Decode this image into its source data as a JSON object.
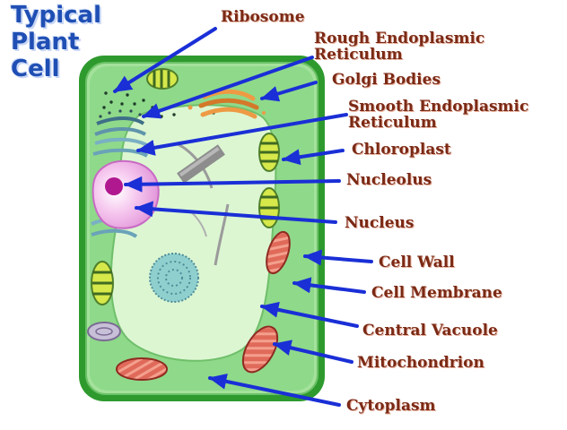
{
  "title": {
    "line1": "Typical",
    "line2": "Plant",
    "line3": "Cell"
  },
  "labels": {
    "ribosome": "Ribosome",
    "rough_er_line1": "Rough Endoplasmic",
    "rough_er_line2": "Reticulum",
    "golgi": "Golgi Bodies",
    "smooth_er_line1": "Smooth Endoplasmic",
    "smooth_er_line2": "Reticulum",
    "chloroplast": "Chloroplast",
    "nucleolus": "Nucleolus",
    "nucleus": "Nucleus",
    "cell_wall": "Cell Wall",
    "cell_membrane": "Cell Membrane",
    "central_vacuole": "Central Vacuole",
    "mitochondrion": "Mitochondrion",
    "cytoplasm": "Cytoplasm"
  },
  "colors": {
    "title": "#1f4fb4",
    "label": "#7a2a16",
    "arrow": "#1a2fd6",
    "cell_wall": "#2e9a2e",
    "cytoplasm": "#8fd98a",
    "vacuole": "#dcf6d2",
    "nucleus": "#f3b6ea",
    "nucleolus": "#b01890",
    "mitochondrion": "#e06a5a",
    "golgi": "#ee9a44",
    "chloroplast": "#d6e84a"
  }
}
